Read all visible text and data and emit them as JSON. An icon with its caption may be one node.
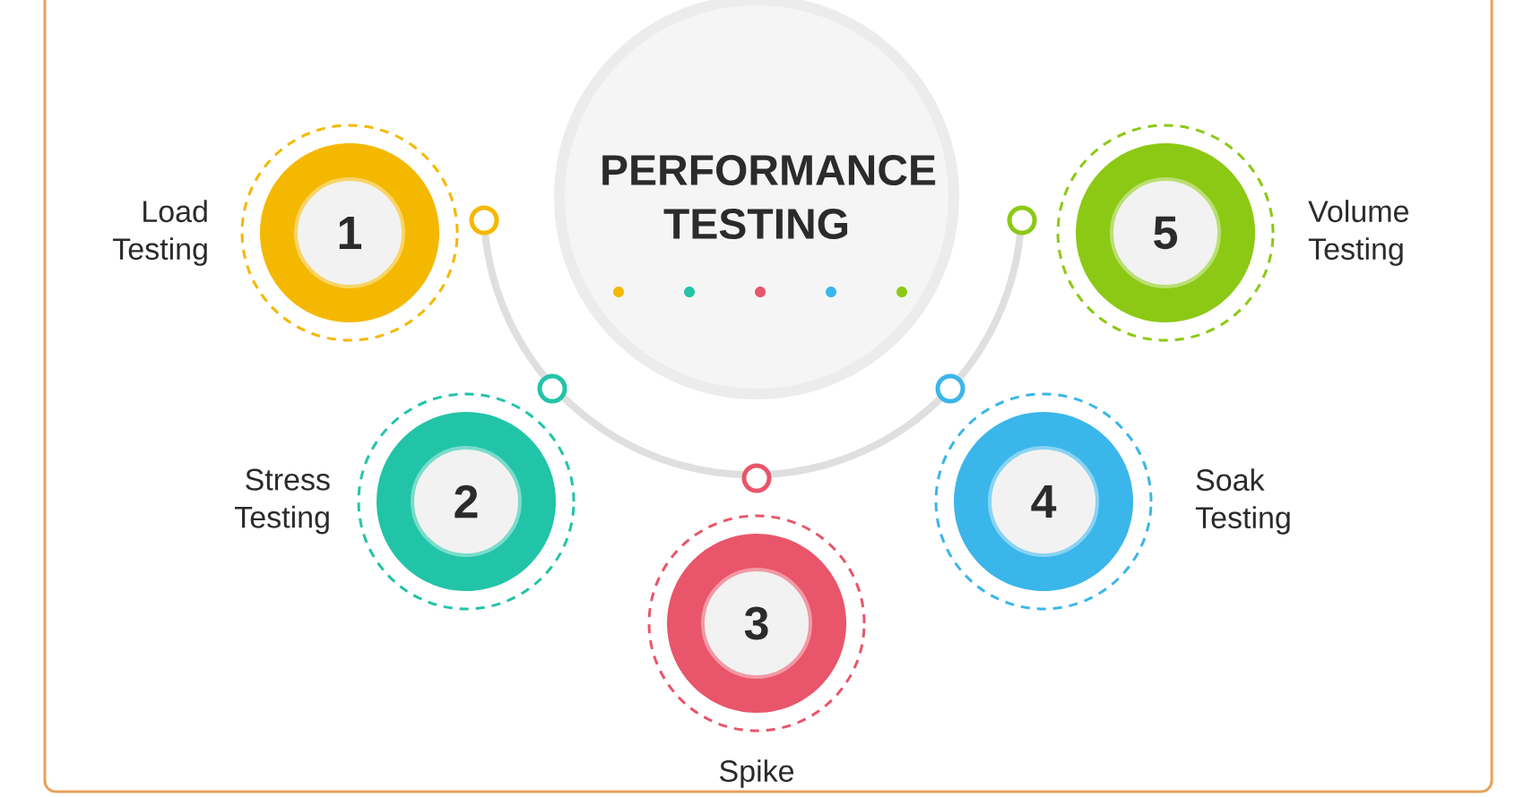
{
  "diagram": {
    "nodes": [
      {
        "text": [
          "PERFORMANCE TESTING"
        ]
      },
      {
        "text": [
          "1"
        ],
        "beside": [
          "Load Testing"
        ]
      },
      {
        "text": [
          "2"
        ],
        "beside": [
          "Stress Testing"
        ]
      },
      {
        "text": [
          "3"
        ],
        "beside": [
          "Spike"
        ]
      },
      {
        "text": [
          "4"
        ],
        "beside": [
          "Soak Testing"
        ]
      },
      {
        "text": [
          "5"
        ],
        "beside": [
          "Volume Testing"
        ]
      }
    ]
  }
}
